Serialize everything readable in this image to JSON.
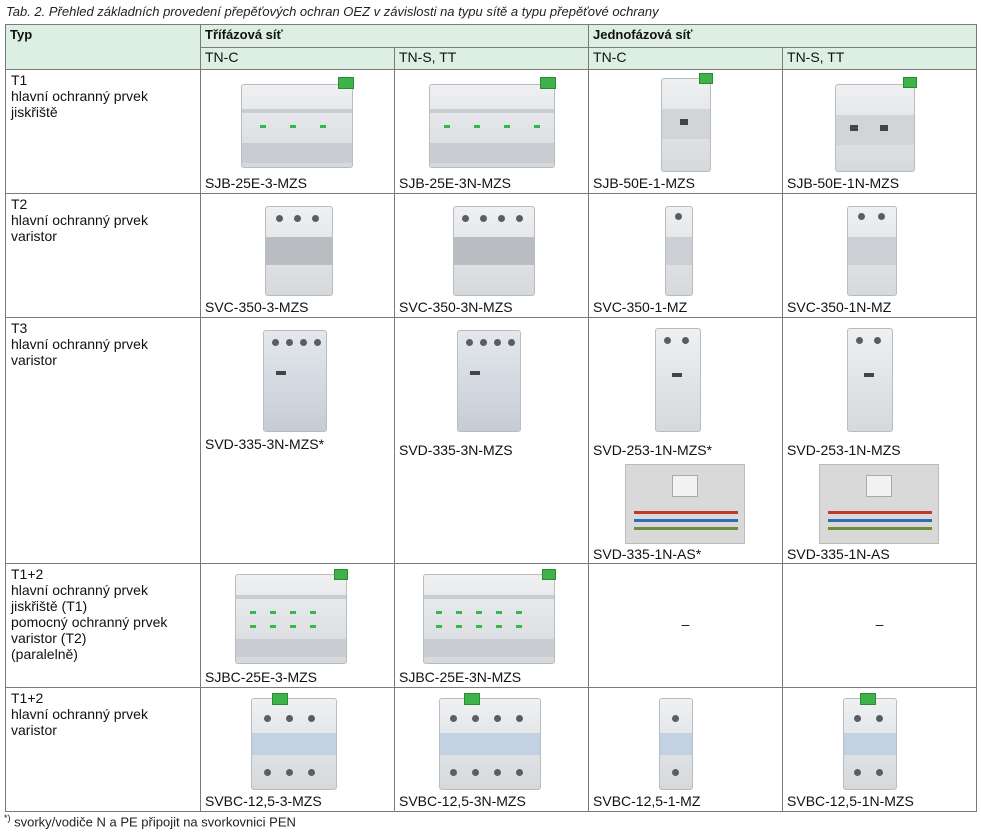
{
  "caption": "Tab. 2. Přehled základních provedení přepěťových ochran OEZ v závislosti na typu sítě a typu přepěťové ochrany",
  "header": {
    "typ": "Typ",
    "three_phase": "Třífázová síť",
    "single_phase": "Jednofázová síť",
    "tn_c": "TN-C",
    "tn_s_tt": "TN-S, TT"
  },
  "rows": [
    {
      "type_lines": [
        "T1",
        "hlavní ochranný prvek",
        "jiskřiště"
      ],
      "products": [
        "SJB-25E-3-MZS",
        "SJB-25E-3N-MZS",
        "SJB-50E-1-MZS",
        "SJB-50E-1N-MZS"
      ]
    },
    {
      "type_lines": [
        "T2",
        "hlavní ochranný prvek",
        "varistor"
      ],
      "products": [
        "SVC-350-3-MZS",
        "SVC-350-3N-MZS",
        "SVC-350-1-MZ",
        "SVC-350-1N-MZ"
      ]
    },
    {
      "type_lines": [
        "T3",
        "hlavní ochranný prvek",
        "varistor"
      ],
      "products": [
        "SVD-335-3N-MZS*",
        "SVD-335-3N-MZS",
        "SVD-253-1N-MZS*",
        "SVD-253-1N-MZS"
      ],
      "extra_products": [
        "SVD-335-1N-AS*",
        "SVD-335-1N-AS"
      ]
    },
    {
      "type_lines": [
        "T1+2",
        "hlavní ochranný prvek",
        "jiskřiště (T1)",
        "pomocný ochranný prvek",
        "varistor (T2)",
        "(paralelně)"
      ],
      "products": [
        "SJBC-25E-3-MZS",
        "SJBC-25E-3N-MZS",
        "–",
        "–"
      ]
    },
    {
      "type_lines": [
        "T1+2",
        "hlavní ochranný prvek",
        "varistor"
      ],
      "products": [
        "SVBC-12,5-3-MZS",
        "SVBC-12,5-3N-MZS",
        "SVBC-12,5-1-MZ",
        "SVBC-12,5-1N-MZS"
      ]
    }
  ],
  "footnote_mark": "*)",
  "footnote": "svorky/vodiče N a PE připojit na svorkovnici PEN"
}
